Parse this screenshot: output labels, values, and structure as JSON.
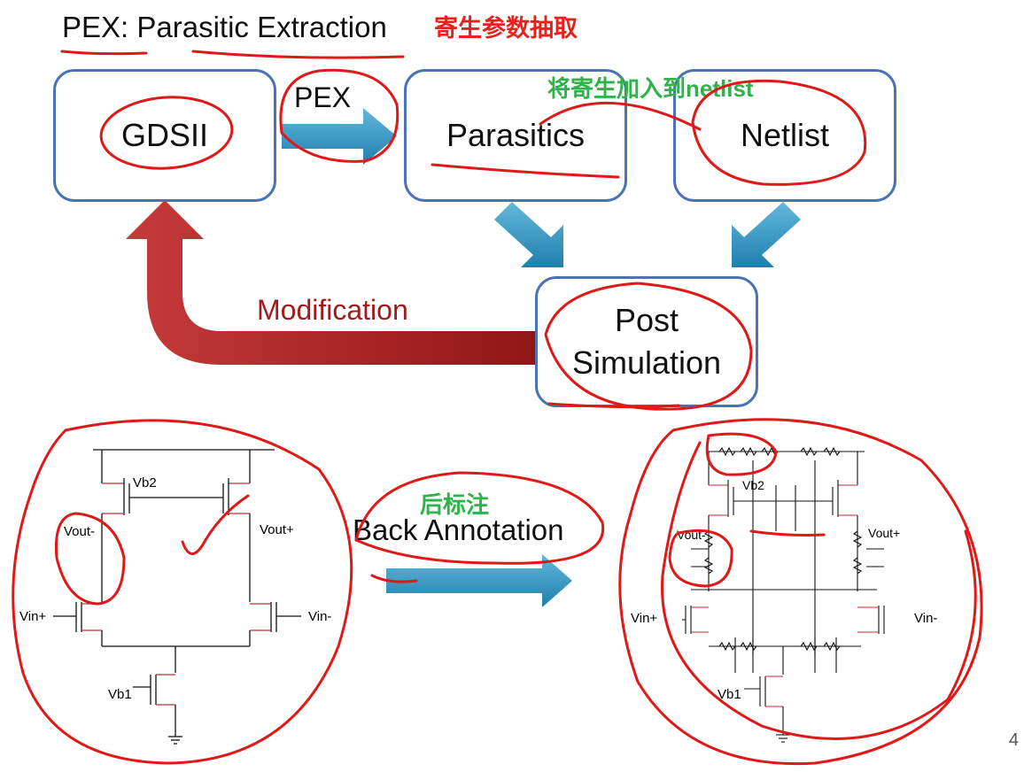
{
  "title": {
    "text": "PEX: Parasitic Extraction",
    "annotation_cn": "寄生参数抽取"
  },
  "flow": {
    "gdsii": "GDSII",
    "pex_arrow_label": "PEX",
    "parasitics": "Parasitics",
    "netlist": "Netlist",
    "netlist_annotation_cn": "将寄生加入到netlist",
    "post_sim_line1": "Post",
    "post_sim_line2": "Simulation",
    "modification_label": "Modification"
  },
  "back_annotation": {
    "label": "Back Annotation",
    "annotation_cn": "后标注"
  },
  "left_circuit": {
    "vb2": "Vb2",
    "vout_minus": "Vout-",
    "vout_plus": "Vout+",
    "vin_plus": "Vin+",
    "vin_minus": "Vin-",
    "vb1": "Vb1"
  },
  "right_circuit": {
    "vb2": "Vb2",
    "vout_minus": "Vout-",
    "vout_plus": "Vout+",
    "vin_plus": "Vin+",
    "vin_minus": "Vin-",
    "vb1": "Vb1"
  },
  "page_number": "4",
  "colors": {
    "box_border": "#4a73b5",
    "blue_arrow": "#2f93bf",
    "red_arrow": "#b32424",
    "annotation_red": "#e8211d",
    "annotation_green": "#2fb24a"
  }
}
